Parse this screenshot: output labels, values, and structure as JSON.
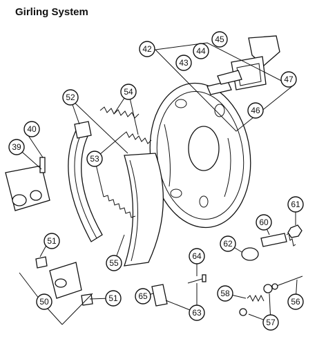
{
  "title": "Girling System",
  "callouts": [
    "39",
    "40",
    "42",
    "43",
    "44",
    "45",
    "46",
    "47",
    "50",
    "51",
    "51",
    "52",
    "53",
    "54",
    "55",
    "56",
    "57",
    "58",
    "60",
    "61",
    "62",
    "63",
    "64",
    "65"
  ],
  "colors": {
    "ink": "#111111",
    "paper": "#ffffff"
  }
}
